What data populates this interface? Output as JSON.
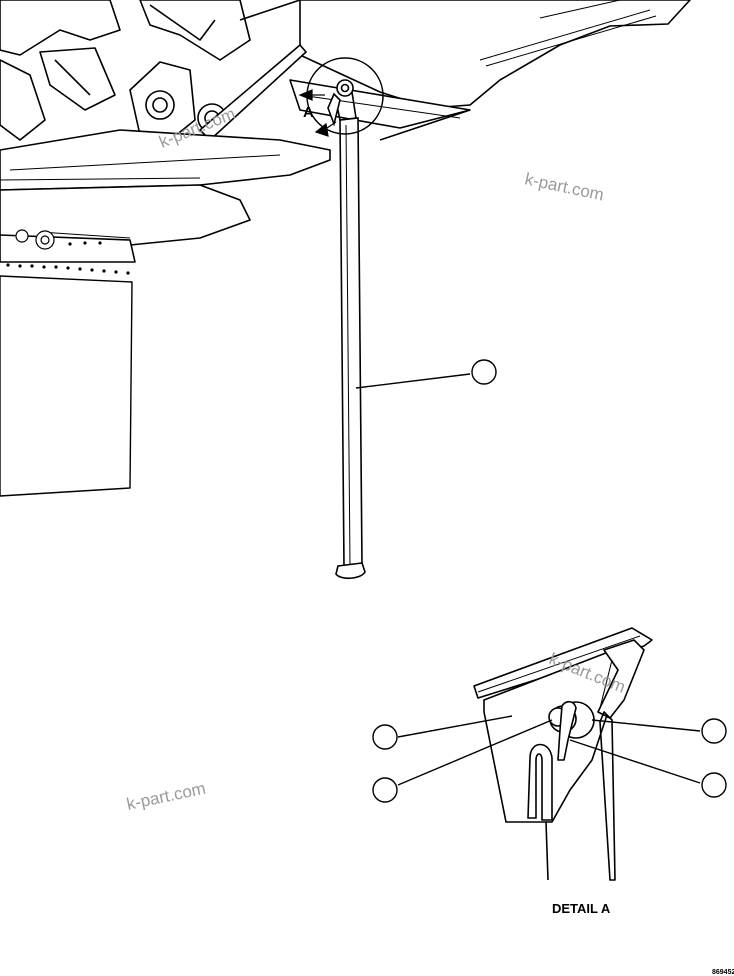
{
  "view_marker": "A",
  "detail_title": "DETAIL A",
  "figure_code": "869452",
  "watermarks": [
    "k-part.com",
    "k-part.com",
    "k-part.com",
    "k-part.com"
  ],
  "callouts": [
    {
      "id": "main-rod",
      "label": ""
    },
    {
      "id": "detail-bracket",
      "label": ""
    },
    {
      "id": "detail-pin",
      "label": ""
    },
    {
      "id": "detail-washer",
      "label": ""
    },
    {
      "id": "detail-clip",
      "label": ""
    }
  ]
}
